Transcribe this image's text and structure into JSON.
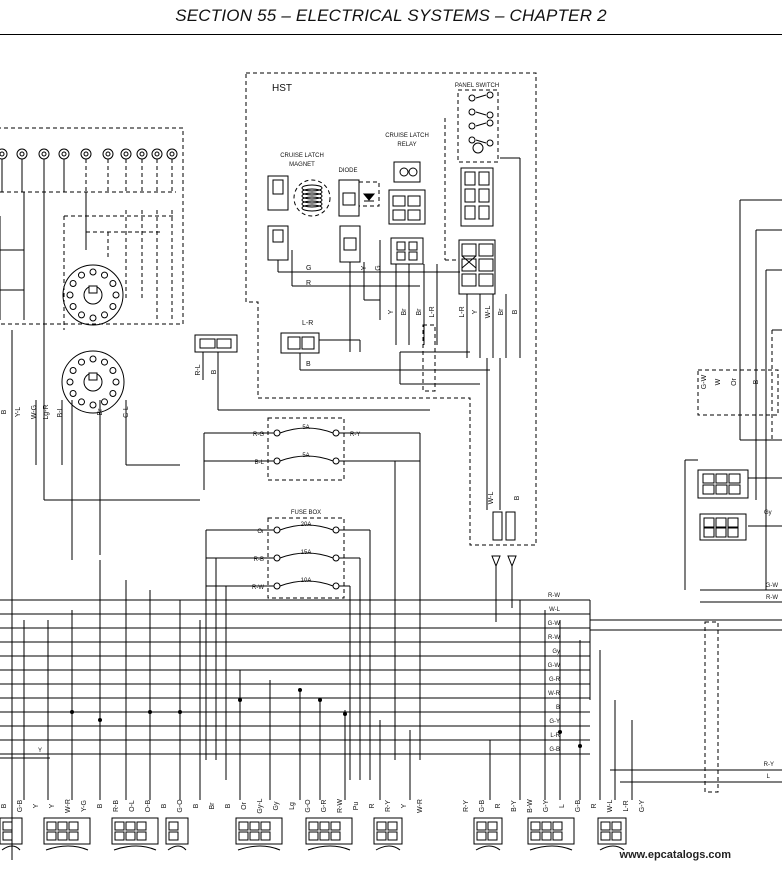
{
  "header": {
    "title": "SECTION 55 – ELECTRICAL SYSTEMS – CHAPTER 2"
  },
  "hst": {
    "title": "HST",
    "cruise_latch_magnet": [
      "CRUISE LATCH",
      "MAGNET"
    ],
    "diode": "DIODE",
    "cruise_latch_relay": [
      "CRUISE LATCH",
      "RELAY"
    ],
    "panel_switch": "PANEL SWITCH",
    "wire_g": "G",
    "wire_r": "R",
    "wire_lr": "L-R",
    "wire_b": "B",
    "diode_wires": [
      "Y",
      "G"
    ],
    "relay_wires": [
      "Y",
      "Br",
      "Br",
      "L-R"
    ],
    "switch_wires": [
      "L-R",
      "Y",
      "W-L",
      "Br",
      "B"
    ],
    "bottom_wires": [
      "W-L",
      "B"
    ]
  },
  "left_wires": [
    "B",
    "Y-L",
    "W-G",
    "Lg-R",
    "B-L",
    "Br",
    "G-L"
  ],
  "rl_connector_wires": [
    "R-L",
    "B"
  ],
  "fuses": {
    "upper": {
      "rows": [
        {
          "in": "R-G",
          "rating": "5A",
          "out": "R-Y"
        },
        {
          "in": "B-L",
          "rating": "5A",
          "out": ""
        }
      ]
    },
    "box": {
      "title": "FUSE BOX",
      "rows": [
        {
          "in": "Or",
          "rating": "20A"
        },
        {
          "in": "R-B",
          "rating": "15A"
        },
        {
          "in": "R-W",
          "rating": "10A"
        }
      ]
    }
  },
  "bus_labels": [
    "R-W",
    "W-L",
    "G-W",
    "R-W",
    "Gy",
    "G-W",
    "G-R",
    "W-R",
    "B",
    "G-Y",
    "L-R",
    "G-B"
  ],
  "far_right": {
    "vertical_wires": [
      "G-W",
      "W",
      "Or",
      "B"
    ],
    "gy": "Gy",
    "gw1": "G-W",
    "rw": "R-W",
    "ry": "R-Y",
    "l": "L"
  },
  "y_tag": "Y",
  "bottom_connector_labels": [
    "B",
    "G-B",
    "Y",
    "Y",
    "W-R",
    "Y-G",
    "B",
    "R-B",
    "O-L",
    "O-B",
    "B",
    "G-O",
    "B",
    "Br",
    "B",
    "Or",
    "Gy-L",
    "Gy",
    "Lg",
    "G-O",
    "G-R",
    "R-W",
    "Pu",
    "R",
    "R-Y",
    "Y",
    "W-R",
    "R-Y",
    "G-B",
    "R",
    "B-Y",
    "B-W",
    "G-Y",
    "L",
    "G-B",
    "R",
    "W-L",
    "L-R",
    "G-Y"
  ],
  "watermark": "www.epcatalogs.com"
}
